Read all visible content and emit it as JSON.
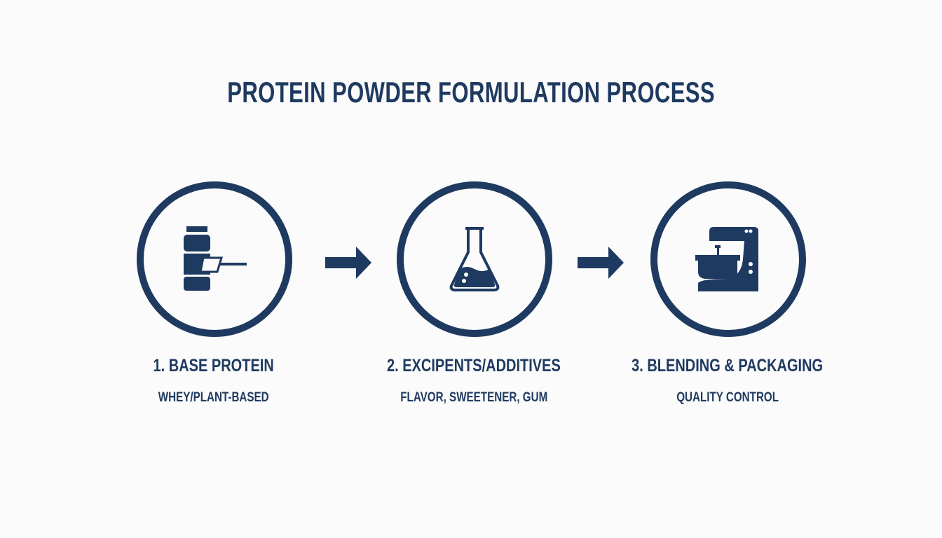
{
  "title": "PROTEIN POWDER FORMULATION PROCESS",
  "accent_color": "#1f3a60",
  "steps": [
    {
      "label": "1. BASE PROTEIN",
      "sub": "WHEY/PLANT-BASED",
      "icon": "protein-jar-scoop-icon"
    },
    {
      "label": "2. EXCIPENTS/ADDITIVES",
      "sub": "FLAVOR, SWEETENER, GUM",
      "icon": "flask-icon"
    },
    {
      "label": "3. BLENDING & PACKAGING",
      "sub": "QUALITY CONTROL",
      "icon": "stand-mixer-icon"
    }
  ]
}
